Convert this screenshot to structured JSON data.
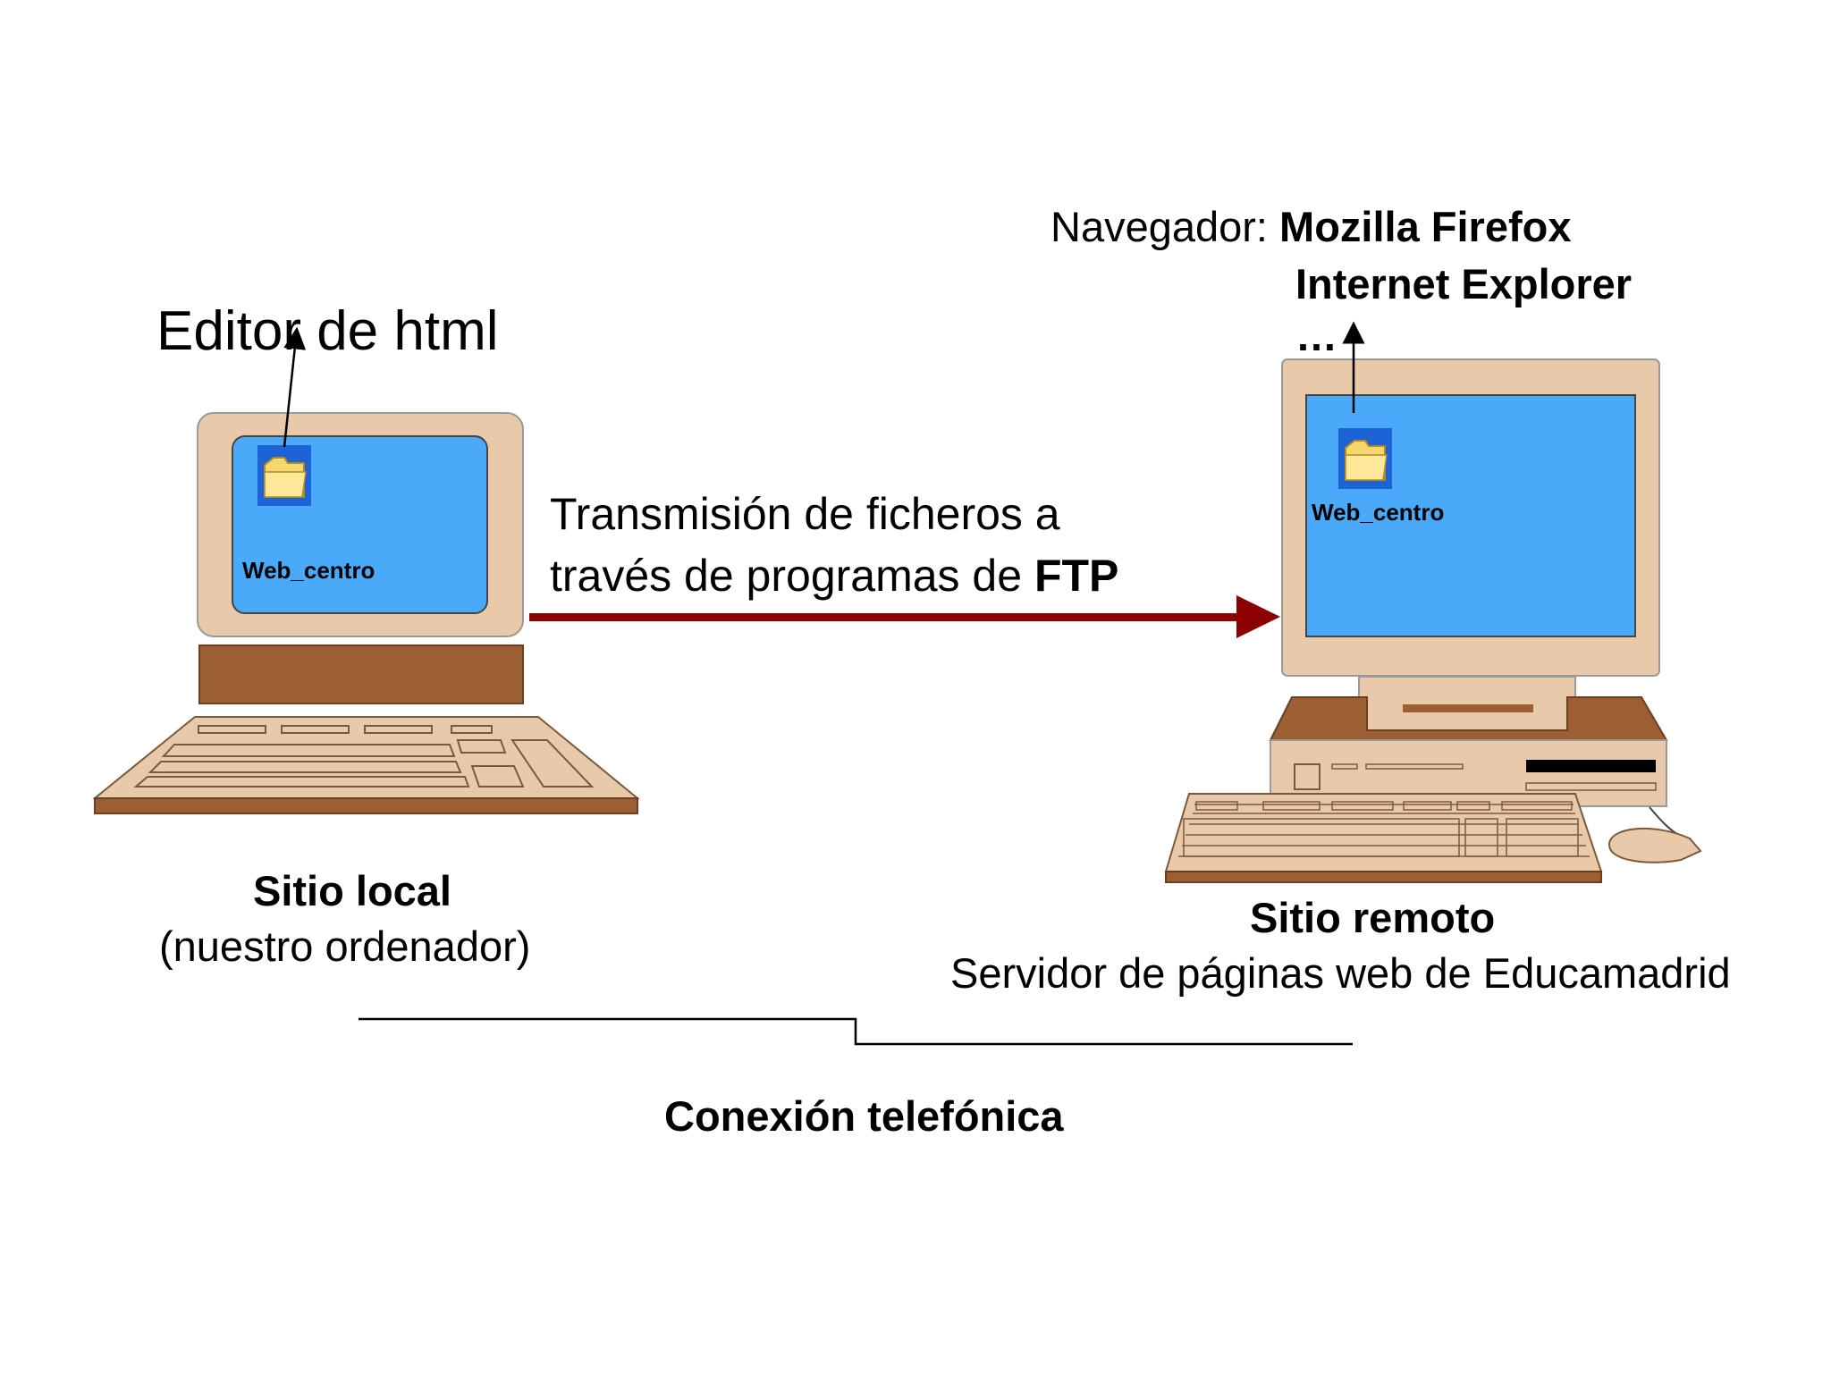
{
  "local": {
    "editor_label": "Editor de html",
    "folder_label": "Web_centro",
    "title": "Sitio local",
    "subtitle": "(nuestro ordenador)"
  },
  "transfer": {
    "line1": "Transmisión de ficheros a",
    "line2_prefix": "través de programas de ",
    "line2_bold": "FTP"
  },
  "remote": {
    "browser_prefix": "Navegador: ",
    "browsers": [
      "Mozilla Firefox",
      "Internet Explorer",
      "…"
    ],
    "folder_label": "Web_centro",
    "title": "Sitio remoto",
    "subtitle": "Servidor de páginas web de Educamadrid"
  },
  "connection": {
    "label": "Conexión telefónica"
  },
  "colors": {
    "screen": "#4aa9f9",
    "case": "#e8c9a9",
    "case_dark": "#9b5f33",
    "arrow": "#8b0000",
    "folder": "#f5d76e"
  }
}
